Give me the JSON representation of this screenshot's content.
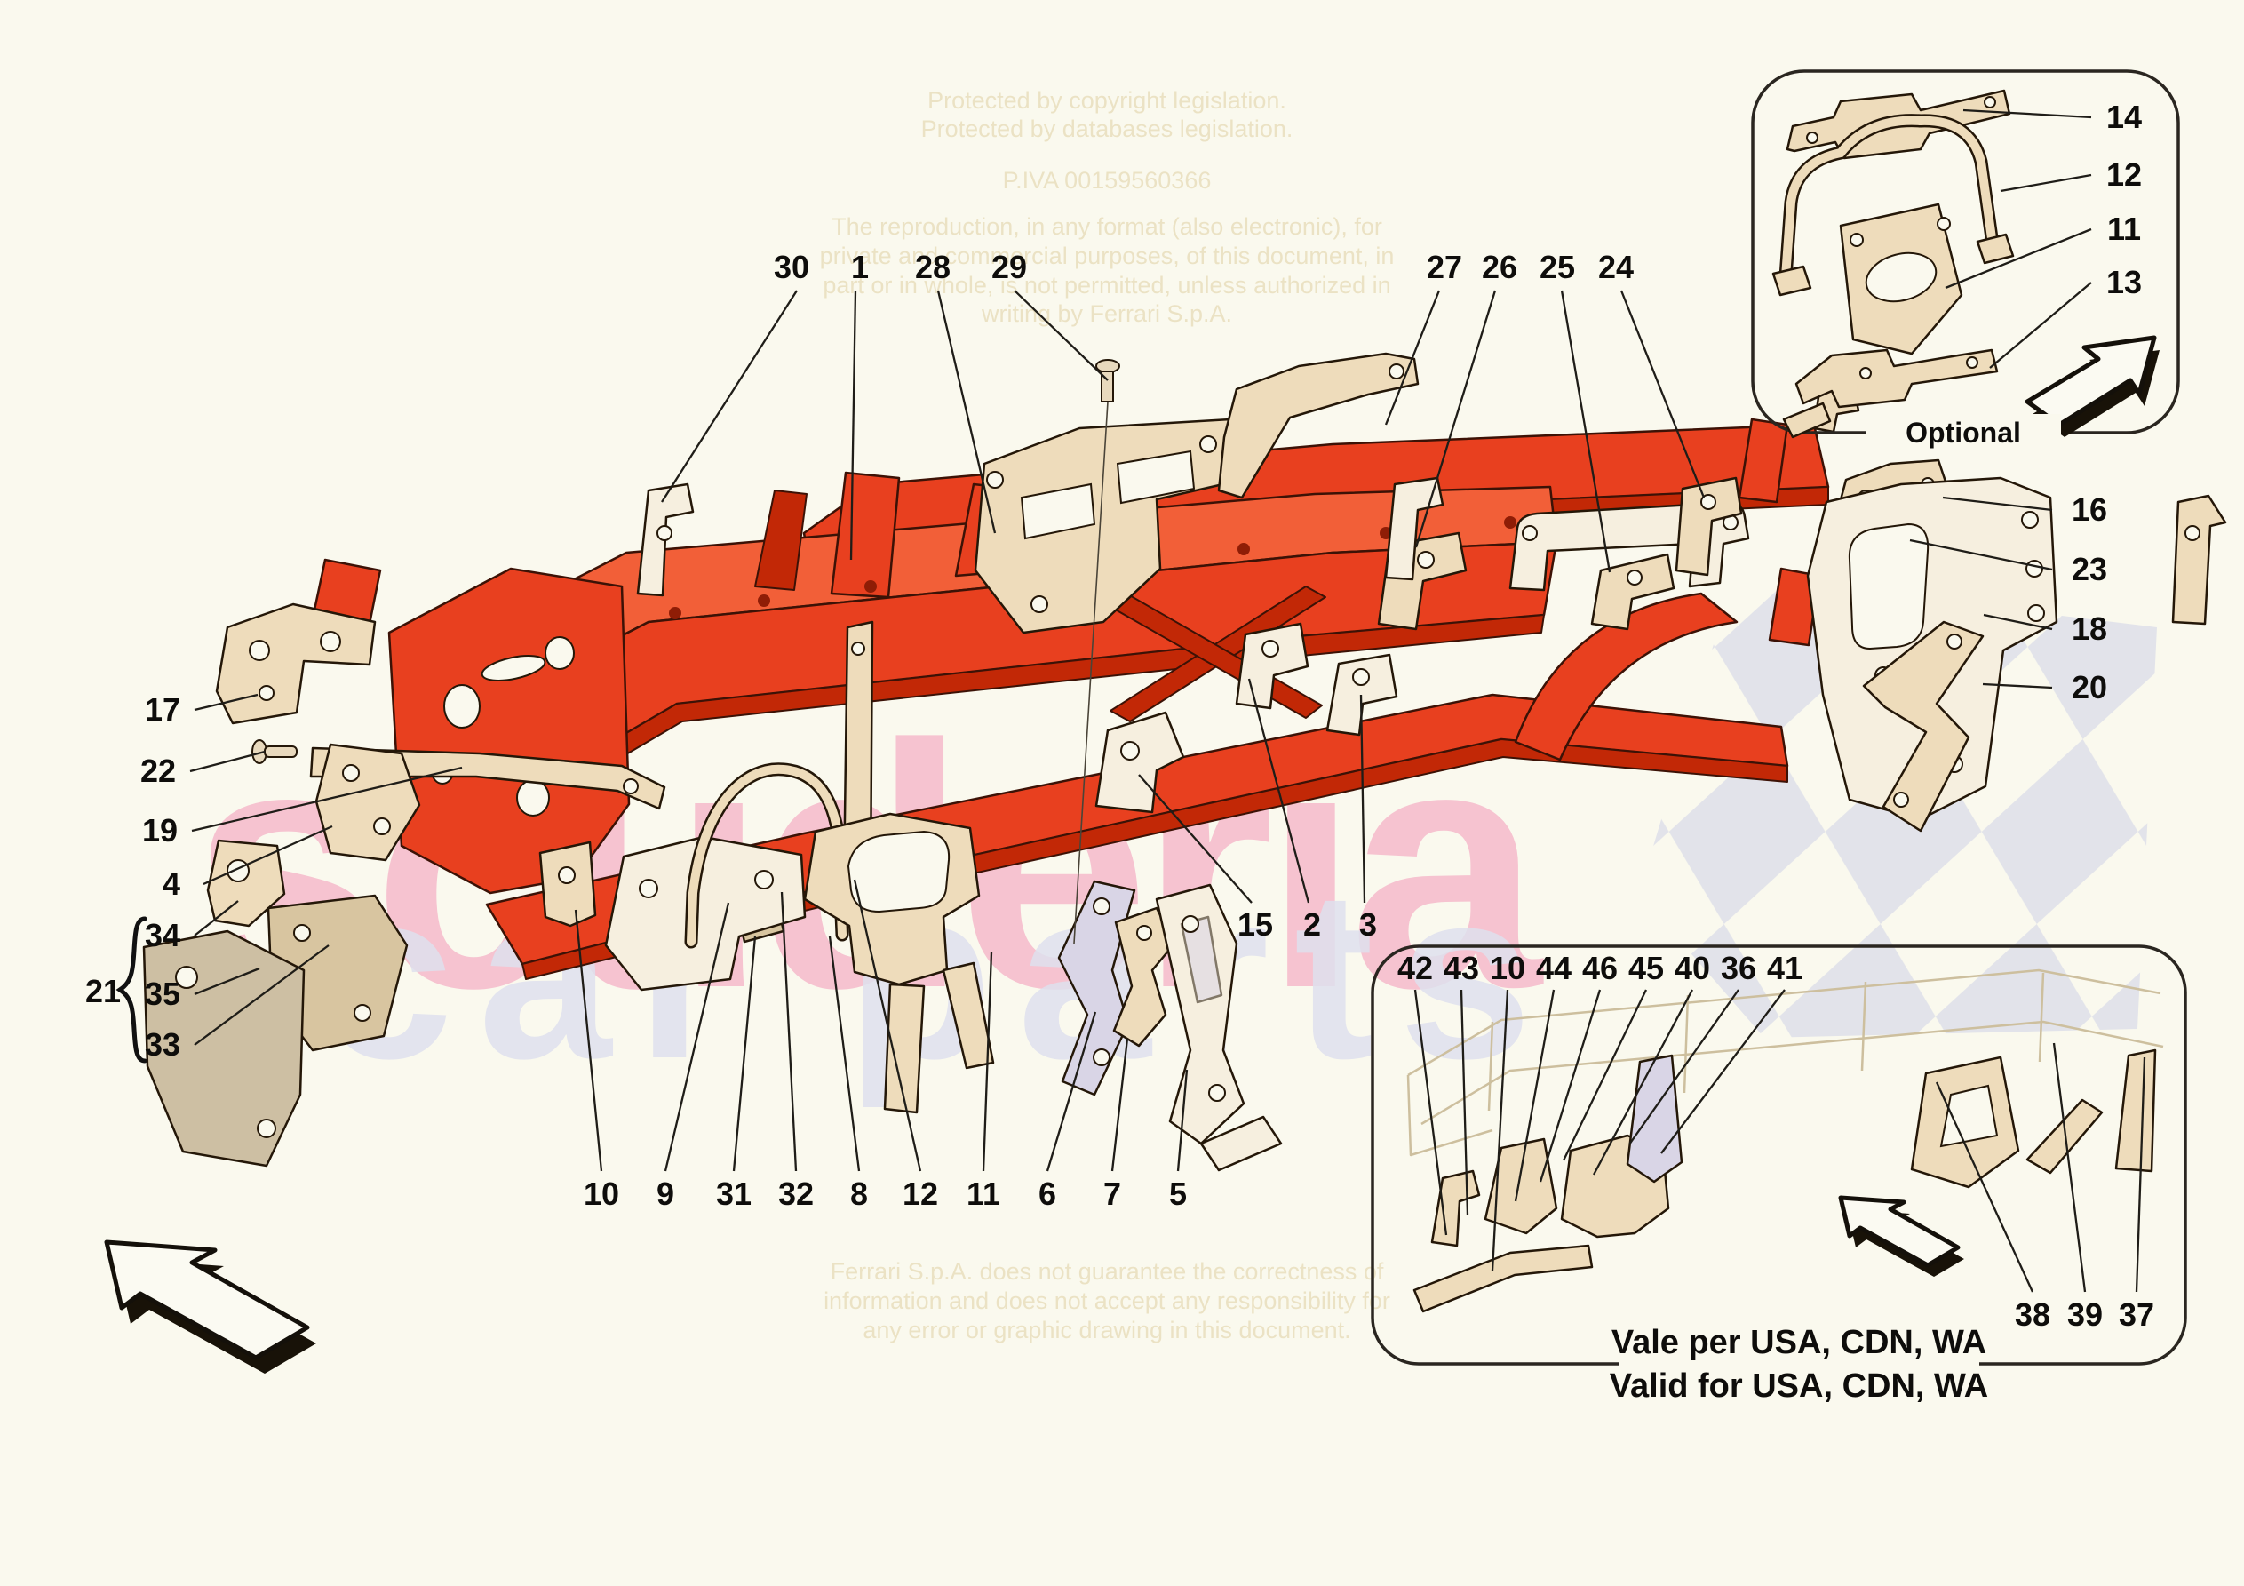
{
  "page": {
    "type": "parts-diagram"
  },
  "watermark": {
    "brand_top": "scuderia",
    "brand_bottom": "car parts",
    "legal_top": [
      "Protected by copyright legislation.",
      "Protected by databases legislation.",
      "P.IVA 00159560366"
    ],
    "legal_mid": [
      "The reproduction, in any format (also electronic), for",
      "private and commercial purposes, of this document, in",
      "part or in whole, is not permitted, unless authorized in",
      "writing by Ferrari S.p.A."
    ],
    "legal_bottom": [
      "Ferrari S.p.A. does not guarantee the correctness of",
      "information and does not accept any responsibility for",
      "any error or graphic drawing in this document."
    ]
  },
  "diagram": {
    "callouts": {
      "main": [
        "30",
        "1",
        "28",
        "29",
        "27",
        "26",
        "25",
        "24",
        "16",
        "23",
        "18",
        "20",
        "17",
        "22",
        "19",
        "4",
        "34",
        "35",
        "33",
        "15",
        "2",
        "3",
        "10",
        "9",
        "31",
        "32",
        "8",
        "12",
        "11",
        "6",
        "7",
        "5"
      ],
      "optional": [
        "14",
        "12",
        "11",
        "13"
      ],
      "usa_top": [
        "42",
        "43",
        "10",
        "44",
        "46",
        "45",
        "40",
        "36",
        "41"
      ],
      "usa_bottom": [
        "38",
        "39",
        "37"
      ]
    },
    "bracket_group_label": "21",
    "optional_box": {
      "label": "Optional"
    },
    "usa_box": {
      "caption_line1": "Vale per USA, CDN, WA",
      "caption_line2": "Valid for USA, CDN, WA"
    }
  },
  "icons": {
    "bottom_left": "direction-arrow-up-left",
    "optional_box": "direction-arrow-up-right",
    "usa_box": "direction-arrow-up-left"
  },
  "colors": {
    "background": "#faf9ee",
    "frame_red": "#e8401f",
    "frame_red_dark": "#c22806",
    "bracket_tan": "#eedcbb",
    "watermark_pink": "#f6c3d0",
    "watermark_gray": "#dfe1ee",
    "checker_gray": "#dcdee9",
    "legal_text": "#ebe2c4",
    "line_ink": "#1f1d18"
  }
}
